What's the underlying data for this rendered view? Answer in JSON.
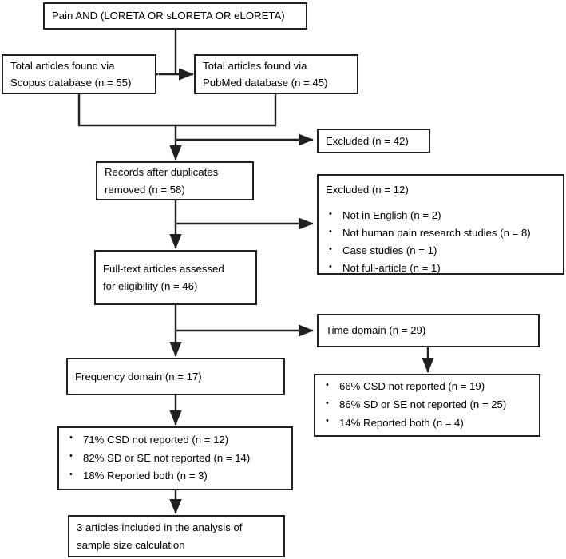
{
  "diagram": {
    "type": "prisma-flowchart",
    "title": "Systematic review selection flowchart",
    "stroke_color": "#231f20",
    "background": "#ffffff"
  },
  "nodes": {
    "search_query": {
      "label": "Pain AND (LORETA OR sLORETA OR eLORETA)"
    },
    "scopus": {
      "label": "Total articles found via\nScopus database (n = 55)"
    },
    "pubmed": {
      "label": "Total articles found via\nPubMed database (n = 45)"
    },
    "excluded_42": {
      "label": "Excluded (n = 42)"
    },
    "records_after_duplicates": {
      "label": "Records after duplicates\nremoved (n = 58)"
    },
    "excluded_12": {
      "heading": "Excluded (n = 12)",
      "items": [
        "Not in English (n = 2)",
        "Not human pain research studies (n = 8)",
        "Case studies (n = 1)",
        "Not full-article (n = 1)"
      ]
    },
    "full_text_assessed": {
      "label": "Full-text articles assessed\nfor eligibility (n = 46)"
    },
    "time_domain": {
      "label": "Time domain (n = 29)"
    },
    "frequency_domain": {
      "label": "Frequency domain (n = 17)"
    },
    "time_domain_stats": {
      "items": [
        "66% CSD not reported (n = 19)",
        "86% SD or SE not reported (n = 25)",
        "14% Reported both (n = 4)"
      ]
    },
    "frequency_domain_stats": {
      "items": [
        "71% CSD not reported (n = 12)",
        "82% SD or SE not reported (n = 14)",
        "18% Reported both (n = 3)"
      ]
    },
    "final_included": {
      "label": "3 articles included in the analysis of\nsample size calculation"
    }
  }
}
